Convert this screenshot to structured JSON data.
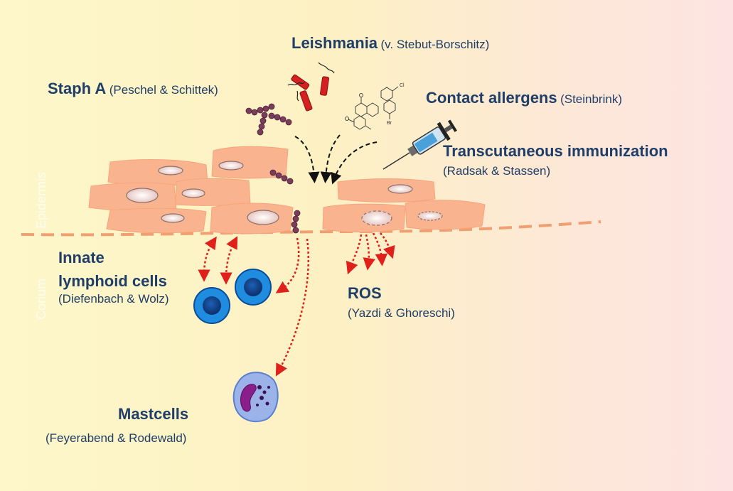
{
  "labels": {
    "leishmania": {
      "main": "Leishmania",
      "sub": "(v. Stebut-Borschitz)"
    },
    "staph": {
      "main": "Staph A",
      "sub": "(Peschel & Schittek)"
    },
    "contact": {
      "main": "Contact allergens",
      "sub": "(Steinbrink)"
    },
    "transcutaneous": {
      "main": "Transcutaneous immunization",
      "sub": "(Radsak & Stassen)"
    },
    "innate": {
      "main_line1": "Innate",
      "main_line2": "lymphoid cells",
      "sub": "(Diefenbach & Wolz)"
    },
    "ros": {
      "main": "ROS",
      "sub": "(Yazdi & Ghoreschi)"
    },
    "mastcells": {
      "main": "Mastcells",
      "sub": "(Feyerabend & Rodewald)"
    }
  },
  "layers": {
    "upper": "Epidermis",
    "lower": "Corium"
  },
  "molecule_atoms": [
    "Cl",
    "Br"
  ],
  "colors": {
    "label_text": "#1f3e68",
    "keratinocyte": "#f9b48f",
    "nucleus": "#ead3cd",
    "bacteria": "#7a3d5a",
    "dotted_arrows": "#e0201a",
    "lymphoid_cell": "#1f8ce0",
    "mastcell_body": "#9bb3e8",
    "mastcell_nucleus": "#8a1e8a",
    "leishmania_parasite": "#d42020",
    "basement_line": "#f0a070"
  },
  "icons": [
    "keratinocyte-icon",
    "bacteria-chain-icon",
    "leishmania-parasite-icon",
    "molecule-icon",
    "syringe-icon",
    "lymphoid-cell-icon",
    "mastcell-icon"
  ]
}
